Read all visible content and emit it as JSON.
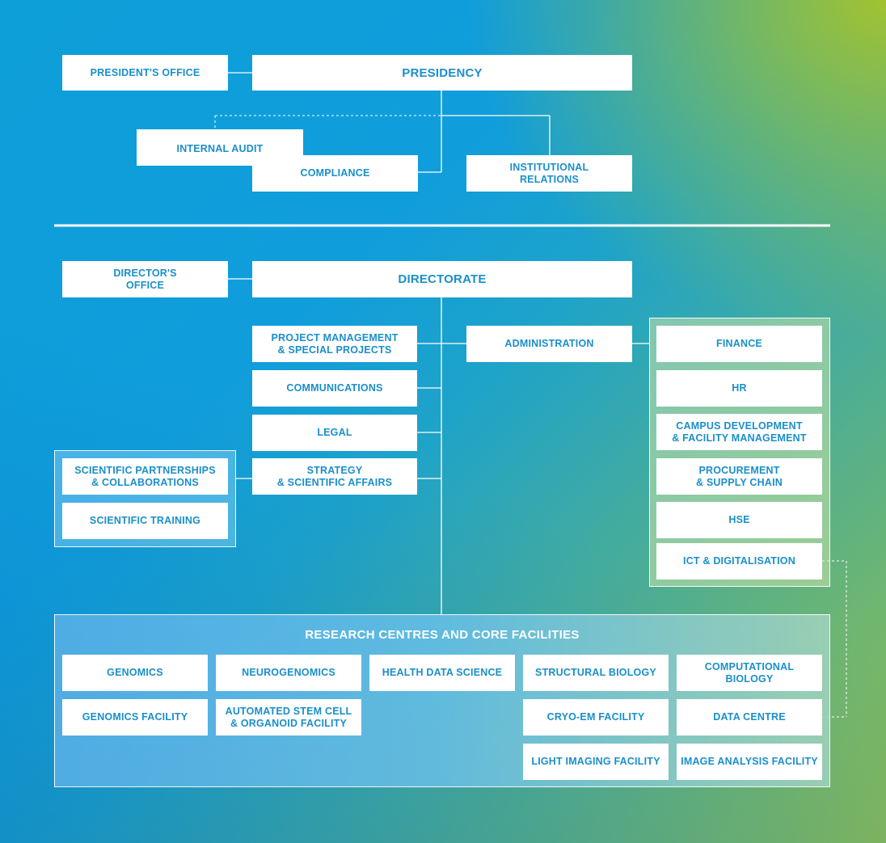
{
  "presidency": {
    "title": "PRESIDENCY",
    "office": "PRESIDENT'S OFFICE",
    "units": {
      "internal_audit": "INTERNAL AUDIT",
      "compliance": "COMPLIANCE",
      "institutional_relations": "INSTITUTIONAL\nRELATIONS"
    }
  },
  "directorate": {
    "title": "DIRECTORATE",
    "office": "DIRECTOR'S\nOFFICE",
    "units": {
      "project_management": "PROJECT MANAGEMENT\n& SPECIAL PROJECTS",
      "communications": "COMMUNICATIONS",
      "legal": "LEGAL",
      "strategy": "STRATEGY\n& SCIENTIFIC AFFAIRS",
      "administration": "ADMINISTRATION"
    },
    "scientific_group": {
      "partnerships": "SCIENTIFIC PARTNERSHIPS\n& COLLABORATIONS",
      "training": "SCIENTIFIC TRAINING"
    },
    "administration_group": {
      "finance": "FINANCE",
      "hr": "HR",
      "campus": "CAMPUS DEVELOPMENT\n& FACILITY MANAGEMENT",
      "procurement": "PROCUREMENT\n& SUPPLY CHAIN",
      "hse": "HSE",
      "ict": "ICT & DIGITALISATION"
    }
  },
  "research": {
    "title": "RESEARCH CENTRES AND CORE FACILITIES",
    "genomics": "GENOMICS",
    "neurogenomics": "NEUROGENOMICS",
    "health_data_science": "HEALTH DATA SCIENCE",
    "structural_biology": "STRUCTURAL BIOLOGY",
    "computational_biology": "COMPUTATIONAL\nBIOLOGY",
    "genomics_facility": "GENOMICS FACILITY",
    "stem_cell_facility": "AUTOMATED STEM CELL\n& ORGANOID FACILITY",
    "cryo_em_facility": "CRYO-EM FACILITY",
    "data_centre": "DATA CENTRE",
    "light_imaging_facility": "LIGHT IMAGING FACILITY",
    "image_analysis_facility": "IMAGE ANALYSIS FACILITY"
  },
  "colors": {
    "box_text": "#1a8fc9",
    "connector": "#ffffff"
  }
}
